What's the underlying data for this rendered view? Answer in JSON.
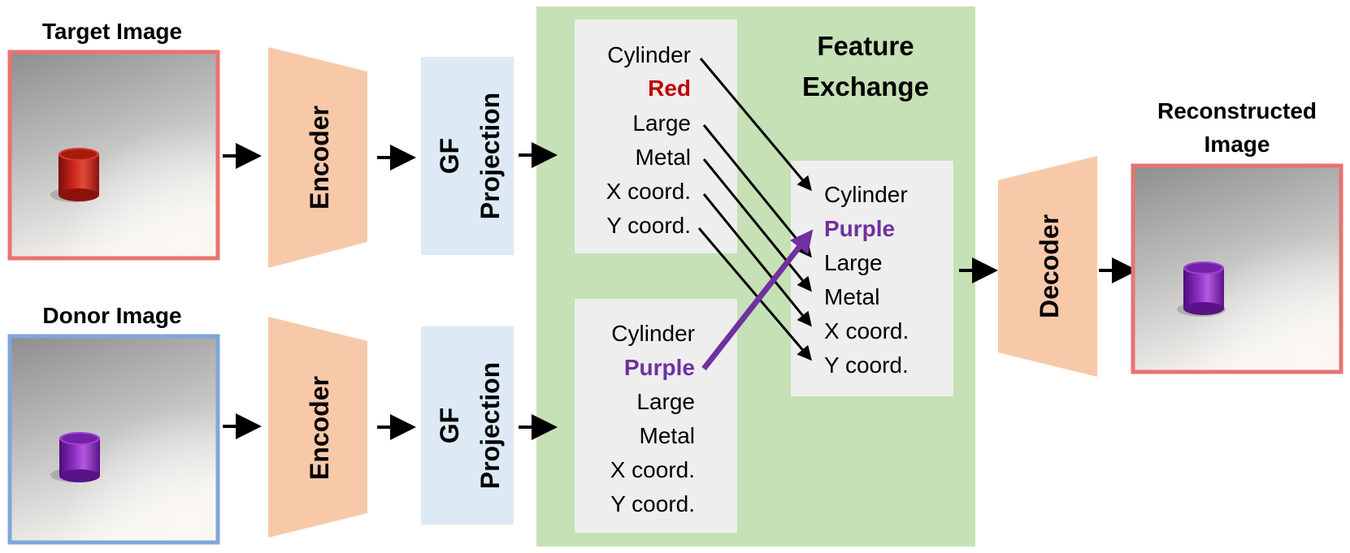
{
  "colors": {
    "encoder": "#f8c9a9",
    "projection": "#dde9f5",
    "feature_bg": "#c5e1b5",
    "attr_box": "#eeeeee",
    "target_border": "#e8736f",
    "donor_border": "#7fa6dc",
    "red_text": "#c00000",
    "purple_text": "#7030a0",
    "arrow": "#000000"
  },
  "target_image": {
    "label": "Target Image"
  },
  "donor_image": {
    "label": "Donor Image"
  },
  "reconstructed_image": {
    "label_line1": "Reconstructed",
    "label_line2": "Image"
  },
  "encoder_top": {
    "label": "Encoder"
  },
  "encoder_bottom": {
    "label": "Encoder"
  },
  "projection_top": {
    "label_line1": "GF",
    "label_line2": "Projection"
  },
  "projection_bottom": {
    "label_line1": "GF",
    "label_line2": "Projection"
  },
  "decoder": {
    "label": "Decoder"
  },
  "feature_exchange": {
    "title_line1": "Feature",
    "title_line2": "Exchange"
  },
  "target_attrs": [
    "Cylinder",
    "Red",
    "Large",
    "Metal",
    "X coord.",
    "Y coord."
  ],
  "donor_attrs": [
    "Cylinder",
    "Purple",
    "Large",
    "Metal",
    "X coord.",
    "Y coord."
  ],
  "output_attrs": [
    "Cylinder",
    "Purple",
    "Large",
    "Metal",
    "X coord.",
    "Y coord."
  ]
}
